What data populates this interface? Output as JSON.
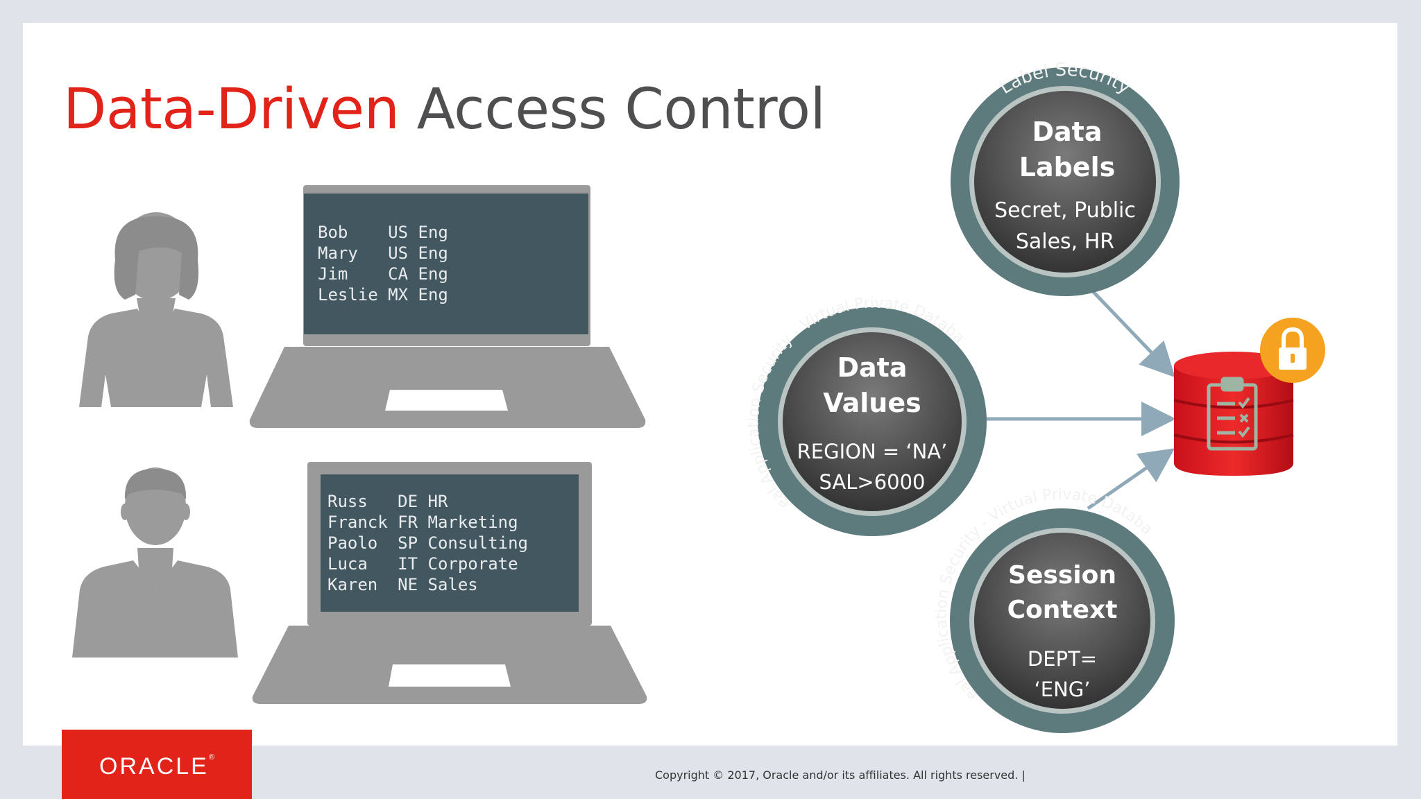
{
  "slide": {
    "title_accent": "Data-Driven",
    "title_rest": " Access Control"
  },
  "screens": [
    {
      "rows": [
        "Bob    US Eng",
        "Mary   US Eng",
        "Jim    CA Eng",
        "Leslie MX Eng"
      ]
    },
    {
      "rows": [
        "Russ   DE HR",
        "Franck FR Marketing",
        "Paolo  SP Consulting",
        "Luca   IT Corporate",
        "Karen  NE Sales"
      ]
    }
  ],
  "circles": {
    "labels": {
      "ring_text": "Label Security",
      "title_1": "Data",
      "title_2": "Labels",
      "line_1": "Secret, Public",
      "line_2": "Sales, HR"
    },
    "values": {
      "ring_text": "Real Application Security - Virtual Private Database",
      "title_1": "Data",
      "title_2": "Values",
      "line_1": "REGION = ‘NA’",
      "line_2": "SAL>6000"
    },
    "session": {
      "ring_text": "Real Application Security - Virtual Private Database",
      "title_1": "Session",
      "title_2": "Context",
      "line_1": "DEPT=",
      "line_2": "‘ENG’"
    }
  },
  "footer": {
    "logo": "ORACLE",
    "logo_mark": "®",
    "copyright": "Copyright © 2017, Oracle and/or its affiliates. All rights reserved.  |"
  },
  "icons": [
    "woman-user-icon",
    "man-user-icon",
    "laptop-icon",
    "database-icon",
    "lock-icon",
    "clipboard-checklist-icon"
  ],
  "colors": {
    "accent": "#e2231a",
    "title_gray": "#4f4f51",
    "screen": "#435761",
    "laptop_gray": "#9a9a9a",
    "ring": "#5d7a7d",
    "arrow": "#8fa9b8",
    "lock": "#f4a21f"
  }
}
